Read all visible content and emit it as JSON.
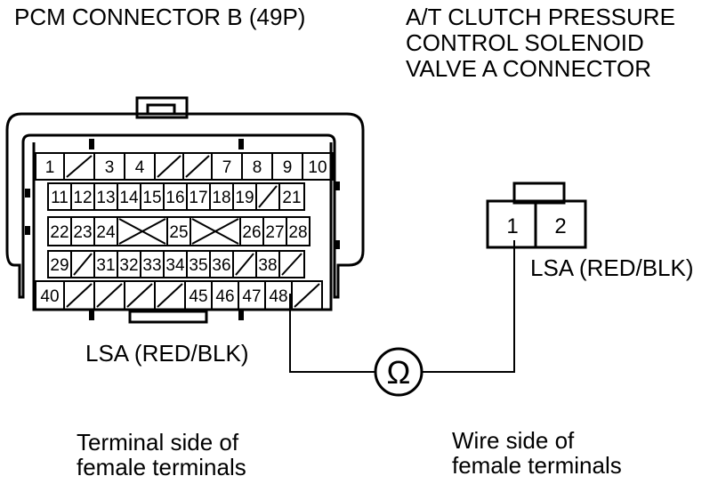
{
  "titles": {
    "pcm_connector": "PCM CONNECTOR B (49P)",
    "solenoid_connector": [
      "A/T CLUTCH PRESSURE",
      "CONTROL SOLENOID",
      "VALVE A CONNECTOR"
    ]
  },
  "wire_labels": {
    "pcm_side": "LSA (RED/BLK)",
    "solenoid_side": "LSA (RED/BLK)"
  },
  "meter_symbol": "Ω",
  "captions": {
    "pcm_view": [
      "Terminal side of",
      "female terminals"
    ],
    "solenoid_view": [
      "Wire side of",
      "female terminals"
    ]
  },
  "pcm_terminal_rows": [
    [
      "1",
      "",
      "3",
      "4",
      "",
      "",
      "7",
      "8",
      "9",
      "10"
    ],
    [
      "11",
      "12",
      "13",
      "14",
      "15",
      "16",
      "17",
      "18",
      "19",
      "",
      "21"
    ],
    [
      "22",
      "23",
      "24",
      "x",
      "25",
      "x",
      "26",
      "27",
      "28"
    ],
    [
      "29",
      "",
      "31",
      "32",
      "33",
      "34",
      "35",
      "36",
      "",
      "38",
      ""
    ],
    [
      "40",
      "",
      "",
      "",
      "",
      "45",
      "46",
      "47",
      "48",
      ""
    ]
  ],
  "solenoid_terminals": [
    "1",
    "2"
  ],
  "highlighted_pcm_terminal": "48",
  "highlighted_solenoid_terminal": "1"
}
